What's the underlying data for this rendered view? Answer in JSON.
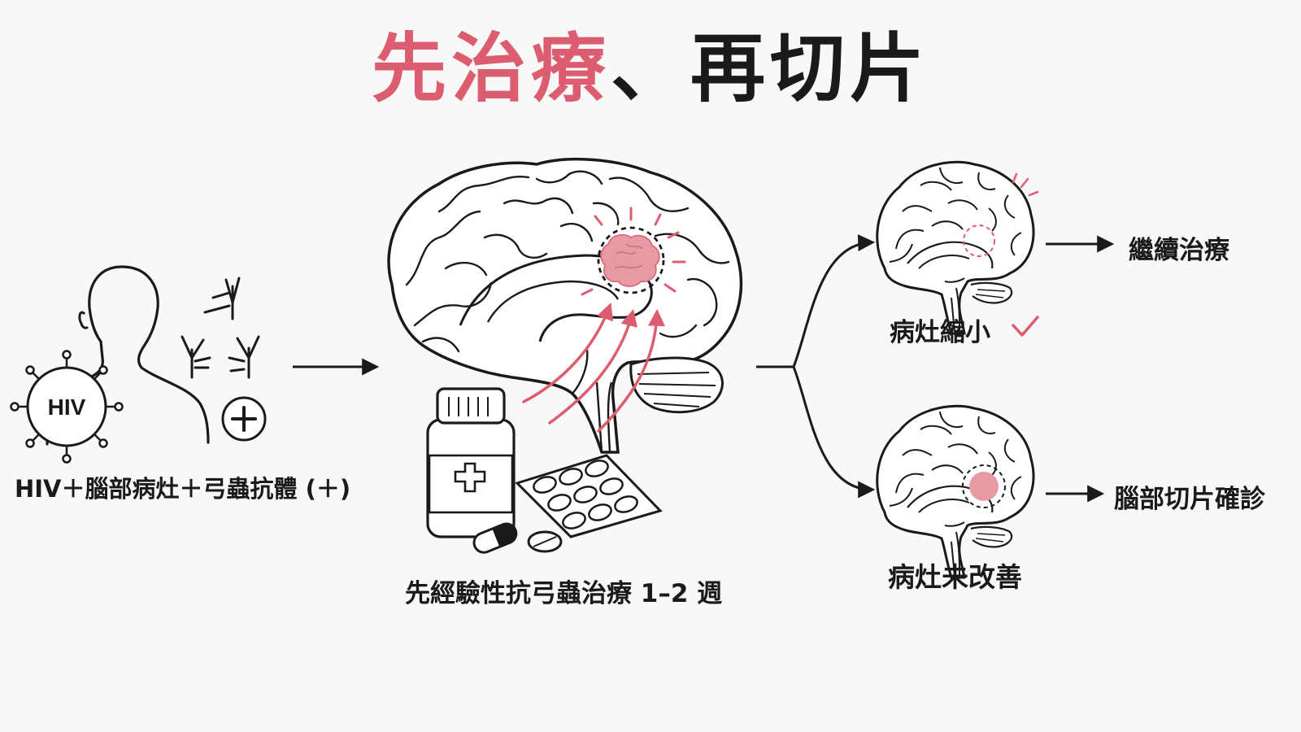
{
  "title": {
    "emphasis": "先治療",
    "rest": "、再切片"
  },
  "colors": {
    "accent": "#dc5d6f",
    "lesion_fill": "#e89aa4",
    "ink": "#1a1a1a",
    "background": "#f8f8f8"
  },
  "steps": {
    "condition": {
      "label": "HIV＋腦部病灶＋弓蟲抗體 (＋)",
      "virus_text": "HIV",
      "plus_symbol": "+"
    },
    "treatment": {
      "label": "先經驗性抗弓蟲治療 1–2 週"
    },
    "outcome_improved": {
      "label": "病灶縮小",
      "next": "繼續治療"
    },
    "outcome_not_improved": {
      "label": "病灶未改善",
      "next": "腦部切片確診"
    }
  },
  "icons": [
    "person-silhouette-icon",
    "hiv-virus-icon",
    "antibody-icon",
    "plus-circle-icon",
    "brain-icon",
    "medicine-bottle-icon",
    "pill-blister-icon",
    "capsule-icon",
    "tablet-icon",
    "check-icon",
    "arrow-right-icon"
  ]
}
